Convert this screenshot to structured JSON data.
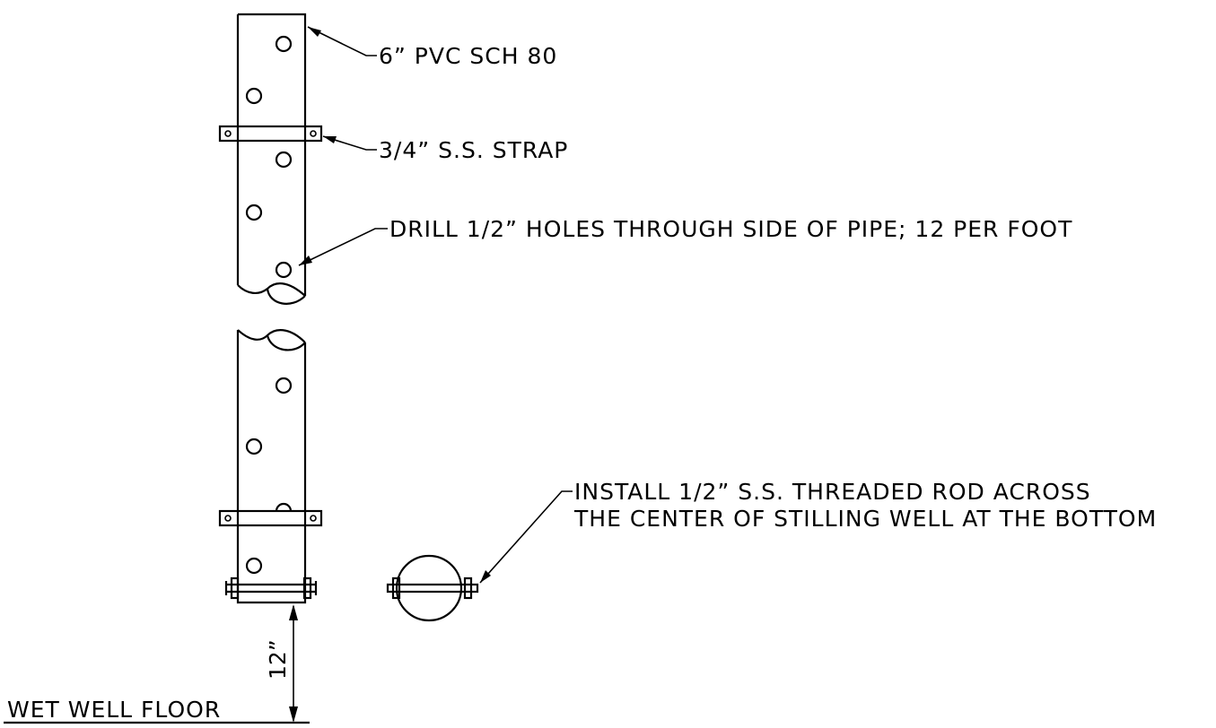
{
  "labels": {
    "pipe": "6” PVC SCH 80",
    "strap": "3/4” S.S. STRAP",
    "holes": "DRILL 1/2” HOLES THROUGH SIDE OF PIPE; 12 PER FOOT",
    "rod_line1": "INSTALL 1/2” S.S. THREADED ROD ACROSS",
    "rod_line2": "THE CENTER OF STILLING WELL AT THE BOTTOM",
    "dimension": "12”",
    "floor": "WET WELL FLOOR"
  }
}
